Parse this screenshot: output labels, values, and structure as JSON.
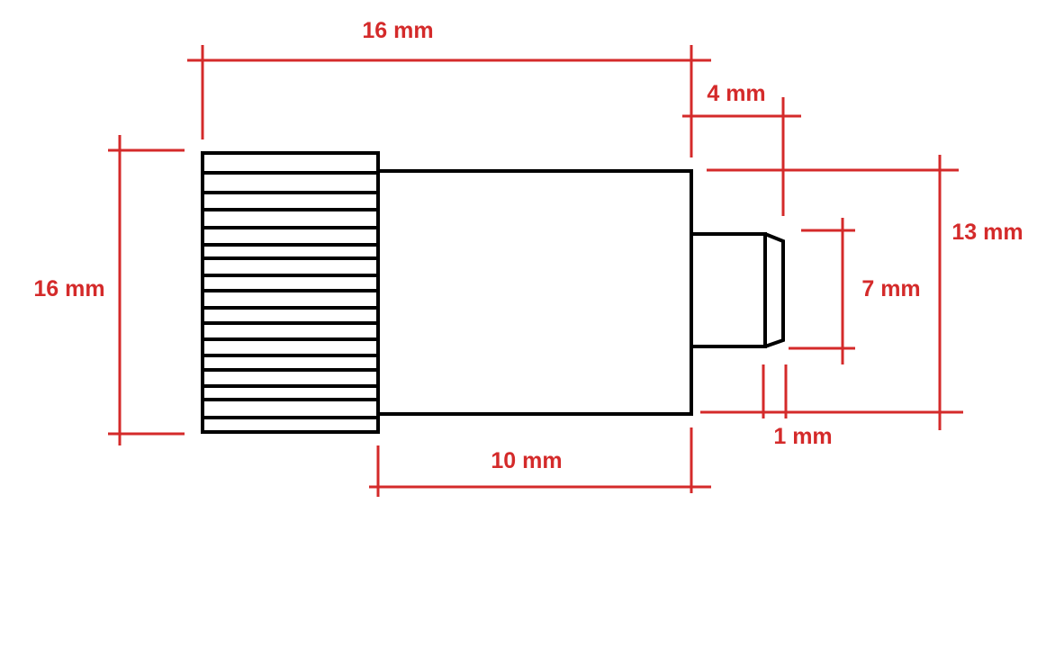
{
  "diagram": {
    "title": "Knurled thumb screw dimensions",
    "colors": {
      "dimension": "#d42a2a",
      "outline": "#000000"
    },
    "labels": {
      "overall_length": "16 mm",
      "pin_length": "4 mm",
      "body_diameter": "13 mm",
      "pin_diameter": "7 mm",
      "chamfer": "1 mm",
      "head_diameter": "16 mm",
      "body_length": "10 mm"
    }
  }
}
